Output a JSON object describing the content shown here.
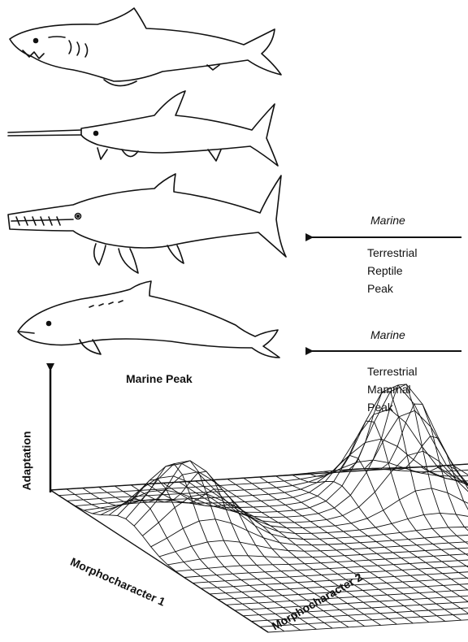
{
  "labels": {
    "marine_1": "Marine",
    "reptile_peak": [
      "Terrestrial",
      "Reptile",
      "Peak"
    ],
    "marine_2": "Marine",
    "mammal_peak": [
      "Terrestrial",
      "Mammal",
      "Peak"
    ],
    "marine_peak": "Marine Peak",
    "y_axis": "Adaptation",
    "x_axis_1": "Morphocharacter 1",
    "x_axis_2": "Morphocharacter 2"
  },
  "animals": [
    "shark-drawing",
    "swordfish-drawing",
    "ichthyosaur-drawing",
    "dolphin-drawing"
  ],
  "colors": {
    "ink": "#111111",
    "background": "#ffffff"
  }
}
